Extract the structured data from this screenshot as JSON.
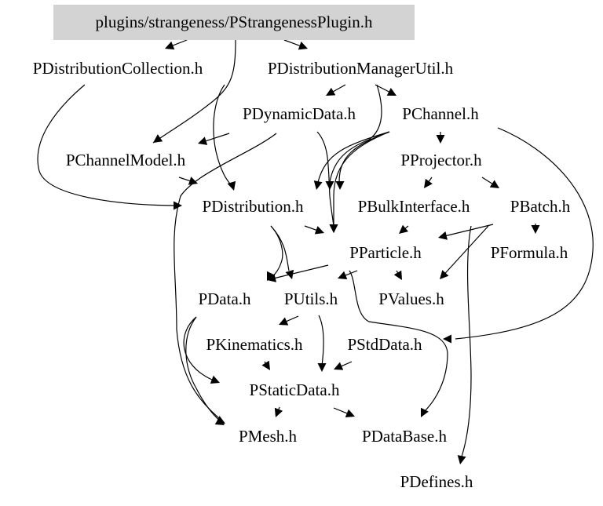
{
  "graph": {
    "root": "plugins/strangeness/PStrangenessPlugin.h",
    "nodes": [
      {
        "id": "root",
        "label": "plugins/strangeness/PStrangenessPlugin.h",
        "highlight": true
      },
      {
        "id": "pdistcoll",
        "label": "PDistributionCollection.h"
      },
      {
        "id": "pdistmgr",
        "label": "PDistributionManagerUtil.h"
      },
      {
        "id": "pdyn",
        "label": "PDynamicData.h"
      },
      {
        "id": "pchannel",
        "label": "PChannel.h"
      },
      {
        "id": "pchanmodel",
        "label": "PChannelModel.h"
      },
      {
        "id": "pprojector",
        "label": "PProjector.h"
      },
      {
        "id": "pdist",
        "label": "PDistribution.h"
      },
      {
        "id": "pbulk",
        "label": "PBulkInterface.h"
      },
      {
        "id": "pbatch",
        "label": "PBatch.h"
      },
      {
        "id": "pparticle",
        "label": "PParticle.h"
      },
      {
        "id": "pformula",
        "label": "PFormula.h"
      },
      {
        "id": "pdata",
        "label": "PData.h"
      },
      {
        "id": "putils",
        "label": "PUtils.h"
      },
      {
        "id": "pvalues",
        "label": "PValues.h"
      },
      {
        "id": "pkinematics",
        "label": "PKinematics.h"
      },
      {
        "id": "pstddata",
        "label": "PStdData.h"
      },
      {
        "id": "pstatic",
        "label": "PStaticData.h"
      },
      {
        "id": "pmesh",
        "label": "PMesh.h"
      },
      {
        "id": "pdatabase",
        "label": "PDataBase.h"
      },
      {
        "id": "pdefines",
        "label": "PDefines.h"
      }
    ],
    "edges": [
      {
        "from": "root",
        "to": "pdistcoll"
      },
      {
        "from": "root",
        "to": "pdistmgr"
      },
      {
        "from": "root",
        "to": "pchanmodel"
      },
      {
        "from": "pdistcoll",
        "to": "pdist"
      },
      {
        "from": "pdistmgr",
        "to": "pdyn"
      },
      {
        "from": "pdistmgr",
        "to": "pchannel"
      },
      {
        "from": "pdistmgr",
        "to": "pdist"
      },
      {
        "from": "pdistmgr",
        "to": "pbulk"
      },
      {
        "from": "pdyn",
        "to": "pchanmodel"
      },
      {
        "from": "pdyn",
        "to": "pparticle"
      },
      {
        "from": "pdyn",
        "to": "pmesh"
      },
      {
        "from": "pchannel",
        "to": "pprojector"
      },
      {
        "from": "pchannel",
        "to": "pdist"
      },
      {
        "from": "pchannel",
        "to": "pbulk"
      },
      {
        "from": "pchannel",
        "to": "pparticle"
      },
      {
        "from": "pchannel",
        "to": "pstddata"
      },
      {
        "from": "pchanmodel",
        "to": "pdist"
      },
      {
        "from": "pprojector",
        "to": "pbulk"
      },
      {
        "from": "pprojector",
        "to": "pbatch"
      },
      {
        "from": "pdist",
        "to": "pparticle"
      },
      {
        "from": "pdist",
        "to": "pdata"
      },
      {
        "from": "pdist",
        "to": "putils"
      },
      {
        "from": "pbulk",
        "to": "pparticle"
      },
      {
        "from": "pbatch",
        "to": "pparticle"
      },
      {
        "from": "pbatch",
        "to": "pformula"
      },
      {
        "from": "pbatch",
        "to": "pvalues"
      },
      {
        "from": "pbatch",
        "to": "pdefines"
      },
      {
        "from": "pparticle",
        "to": "pdata"
      },
      {
        "from": "pparticle",
        "to": "putils"
      },
      {
        "from": "pparticle",
        "to": "pvalues"
      },
      {
        "from": "pparticle",
        "to": "pdatabase"
      },
      {
        "from": "putils",
        "to": "pkinematics"
      },
      {
        "from": "putils",
        "to": "pstatic"
      },
      {
        "from": "pdata",
        "to": "pstatic"
      },
      {
        "from": "pdata",
        "to": "pmesh"
      },
      {
        "from": "pstddata",
        "to": "pstatic"
      },
      {
        "from": "pkinematics",
        "to": "pstatic"
      },
      {
        "from": "pstatic",
        "to": "pmesh"
      },
      {
        "from": "pstatic",
        "to": "pdatabase"
      }
    ]
  }
}
